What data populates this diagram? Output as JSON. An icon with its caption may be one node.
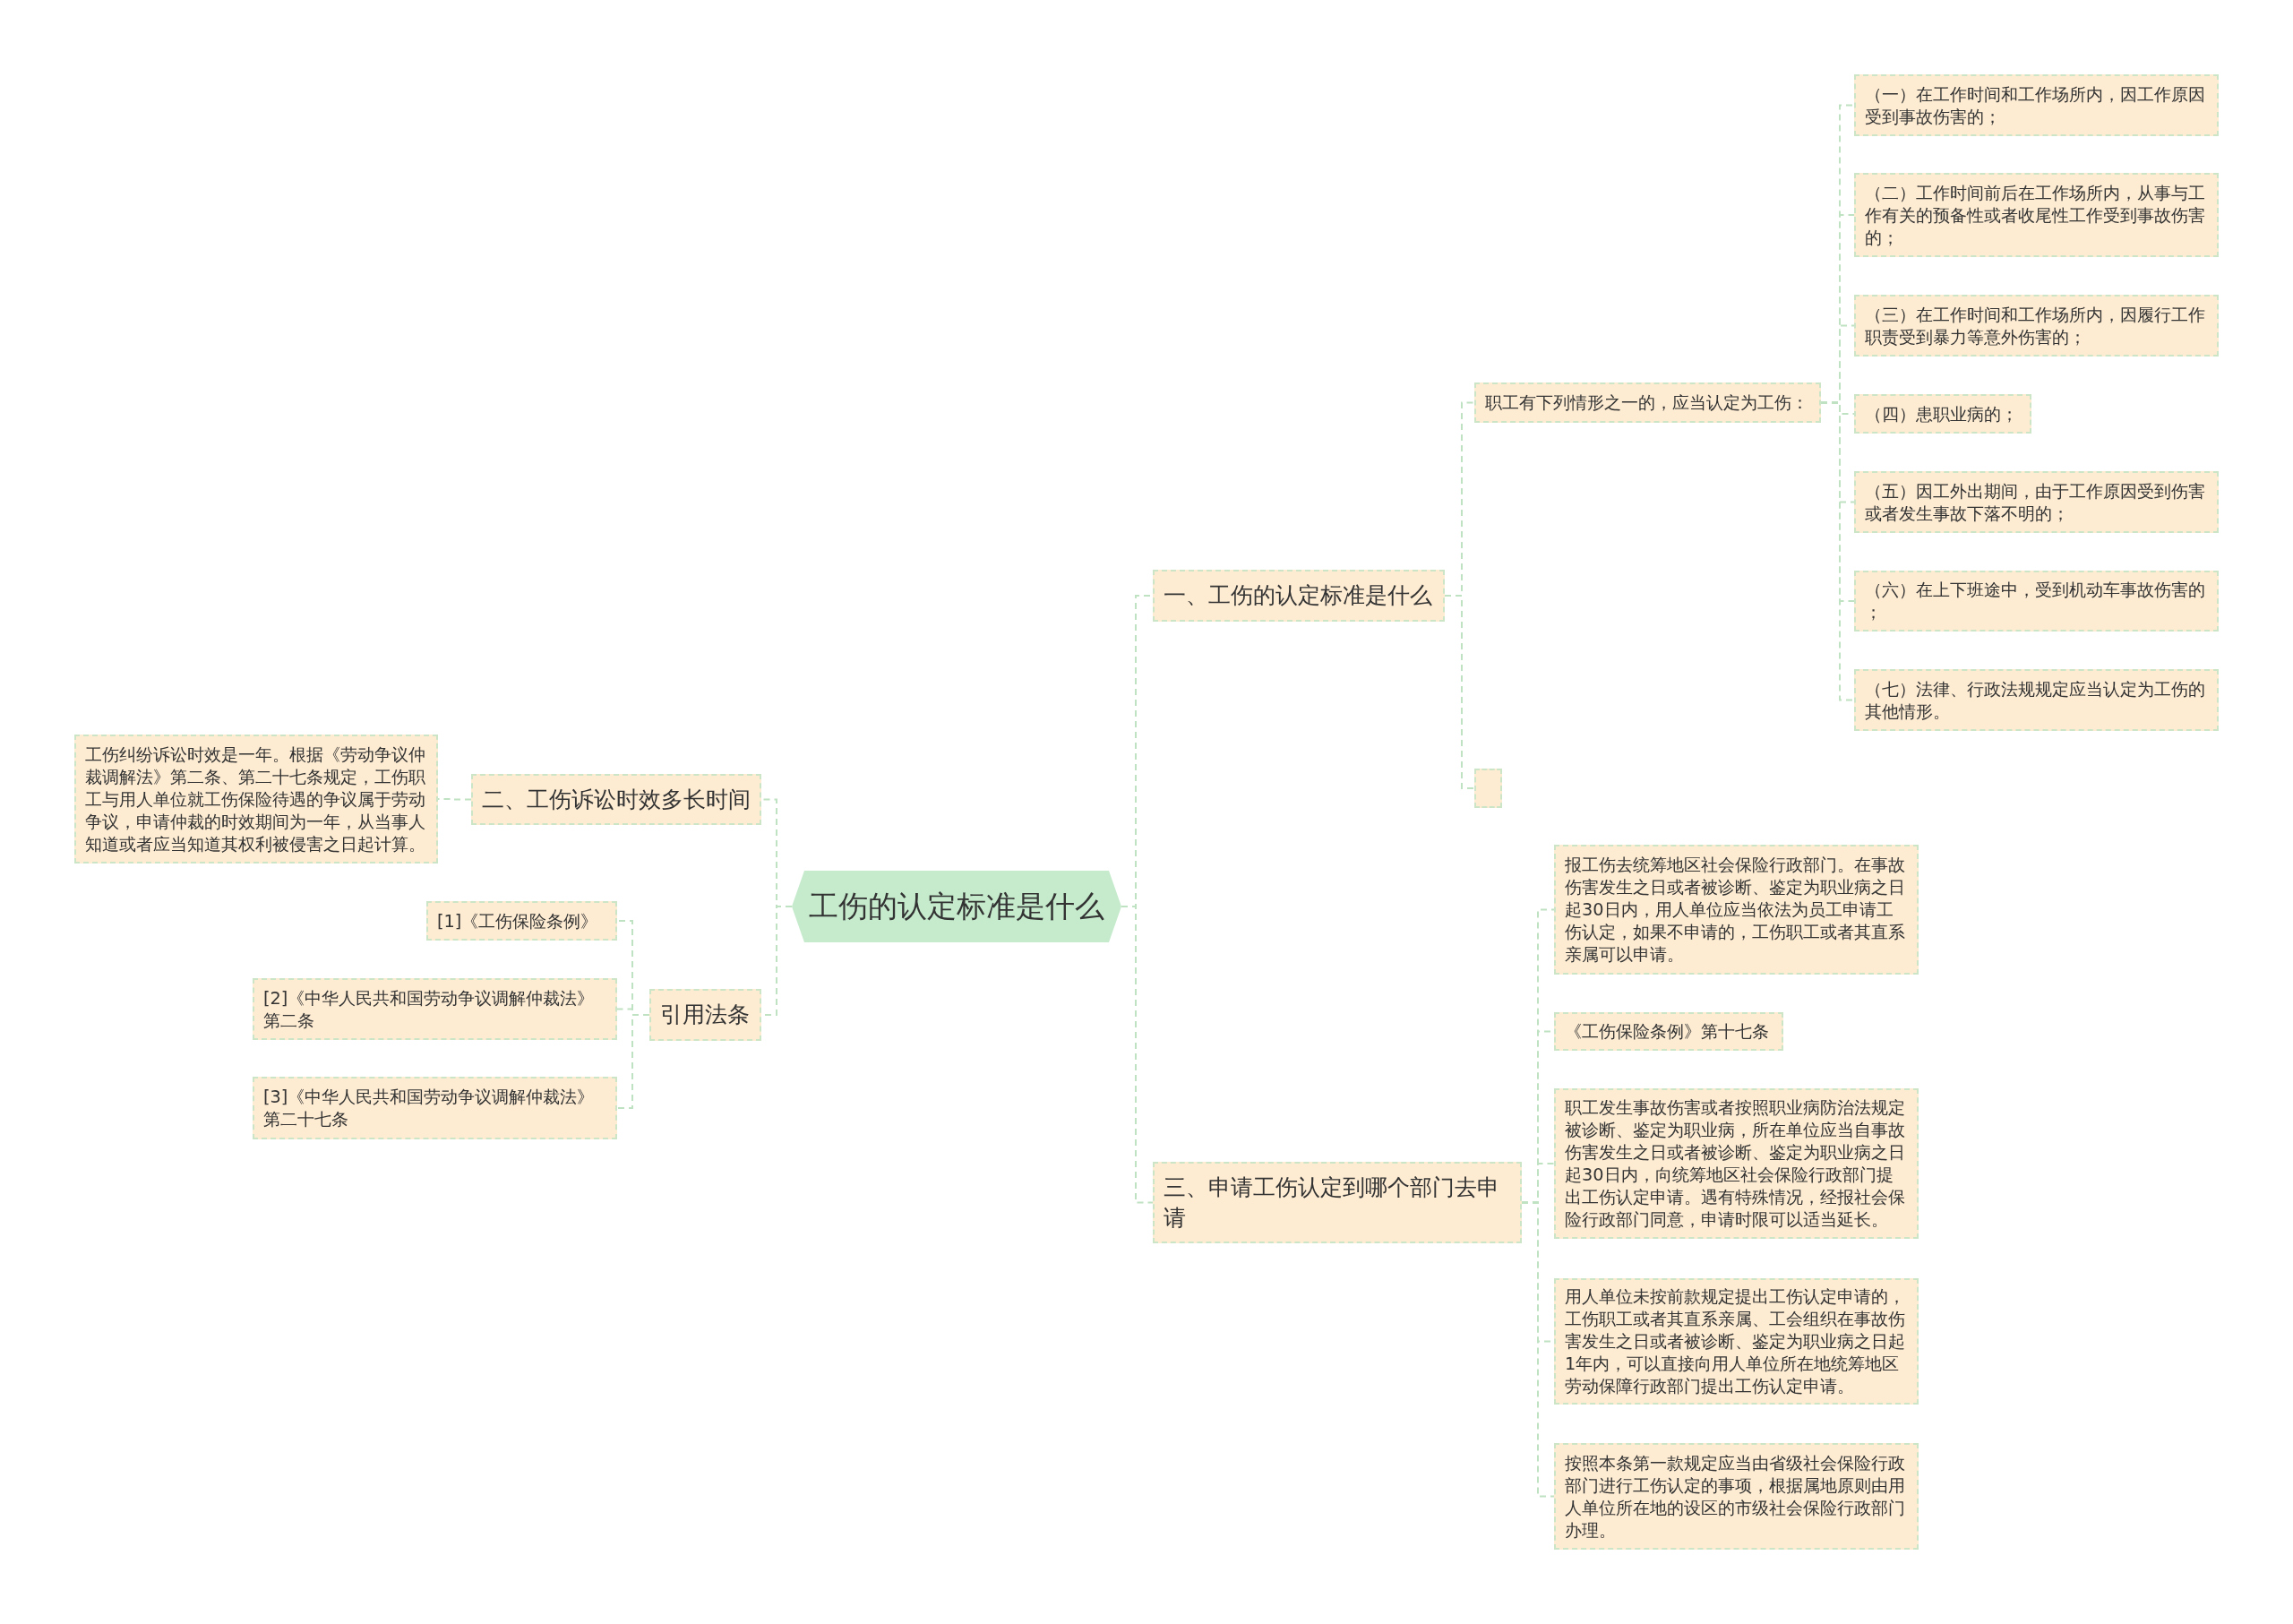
{
  "diagram": {
    "nodes": [
      {
        "text": [
          "工伤的认定标准是什么"
        ]
      },
      {
        "text": [
          "一、工伤的认定标准是什么"
        ]
      },
      {
        "text": [
          "职工有下列情形之一的，应当认定为工伤："
        ]
      },
      {
        "text": [
          "（一）在工作时间和工作场所内，因工作原因受到事故伤害的；"
        ]
      },
      {
        "text": [
          "（二）工作时间前后在工作场所内，从事与工作有关的预备性或者收尾性工作受到事故伤害的；"
        ]
      },
      {
        "text": [
          "（三）在工作时间和工作场所内，因履行工作职责受到暴力等意外伤害的；"
        ]
      },
      {
        "text": [
          "（四）患职业病的；"
        ]
      },
      {
        "text": [
          "（五）因工外出期间，由于工作原因受到伤害或者发生事故下落不明的；"
        ]
      },
      {
        "text": [
          "（六）在上下班途中，受到机动车事故伤害的；"
        ]
      },
      {
        "text": [
          "（七）法律、行政法规规定应当认定为工伤的其他情形。"
        ]
      },
      {
        "text": [],
        "shape": "box"
      },
      {
        "text": [
          "三、申请工伤认定到哪个部门去申请"
        ]
      },
      {
        "text": [
          "报工伤去统筹地区社会保险行政部门。在事故伤害发生之日或者被诊断、鉴定为职业病之日起30日内，用人单位应当依法为员工申请工伤认定，如果不申请的，工伤职工或者其直系亲属可以申请。"
        ]
      },
      {
        "text": [
          "《工伤保险条例》第十七条"
        ]
      },
      {
        "text": [
          "职工发生事故伤害或者按照职业病防治法规定被诊断、鉴定为职业病，所在单位应当自事故伤害发生之日或者被诊断、鉴定为职业病之日起30日内，向统筹地区社会保险行政部门提出工伤认定申请。遇有特殊情况，经报社会保险行政部门同意，申请时限可以适当延长。"
        ]
      },
      {
        "text": [
          "用人单位未按前款规定提出工伤认定申请的，工伤职工或者其直系亲属、工会组织在事故伤害发生之日或者被诊断、鉴定为职业病之日起1年内，可以直接向用人单位所在地统筹地区劳动保障行政部门提出工伤认定申请。"
        ]
      },
      {
        "text": [
          "按照本条第一款规定应当由省级社会保险行政部门进行工伤认定的事项，根据属地原则由用人单位所在地的设区的市级社会保险行政部门办理。"
        ]
      },
      {
        "text": [
          "二、工伤诉讼时效多长时间"
        ]
      },
      {
        "text": [
          "工伤纠纷诉讼时效是一年。根据《劳动争议仲裁调解法》第二条、第二十七条规定，工伤职工与用人单位就工伤保险待遇的争议属于劳动争议，申请仲裁的时效期间为一年，从当事人知道或者应当知道其权利被侵害之日起计算。"
        ]
      },
      {
        "text": [
          "引用法条"
        ]
      },
      {
        "text": [
          "[1]《工伤保险条例》"
        ]
      },
      {
        "text": [
          "[2]《中华人民共和国劳动争议调解仲裁法》第二条"
        ]
      },
      {
        "text": [
          "[3]《中华人民共和国劳动争议调解仲裁法》第二十七条"
        ]
      }
    ],
    "edges": [
      {
        "from": 0,
        "to": 1,
        "arrow": "none"
      },
      {
        "from": 1,
        "to": 2,
        "arrow": "none"
      },
      {
        "from": 2,
        "to": 3,
        "arrow": "none"
      },
      {
        "from": 2,
        "to": 4,
        "arrow": "none"
      },
      {
        "from": 2,
        "to": 5,
        "arrow": "none"
      },
      {
        "from": 2,
        "to": 6,
        "arrow": "none"
      },
      {
        "from": 2,
        "to": 7,
        "arrow": "none"
      },
      {
        "from": 2,
        "to": 8,
        "arrow": "none"
      },
      {
        "from": 2,
        "to": 9,
        "arrow": "none"
      },
      {
        "from": 1,
        "to": 10,
        "arrow": "none"
      },
      {
        "from": 0,
        "to": 11,
        "arrow": "none"
      },
      {
        "from": 11,
        "to": 12,
        "arrow": "none"
      },
      {
        "from": 11,
        "to": 13,
        "arrow": "none"
      },
      {
        "from": 11,
        "to": 14,
        "arrow": "none"
      },
      {
        "from": 11,
        "to": 15,
        "arrow": "none"
      },
      {
        "from": 11,
        "to": 16,
        "arrow": "none"
      },
      {
        "from": 0,
        "to": 17,
        "arrow": "none"
      },
      {
        "from": 17,
        "to": 18,
        "arrow": "none"
      },
      {
        "from": 0,
        "to": 19,
        "arrow": "none"
      },
      {
        "from": 19,
        "to": 20,
        "arrow": "none"
      },
      {
        "from": 19,
        "to": 21,
        "arrow": "none"
      },
      {
        "from": 19,
        "to": 22,
        "arrow": "none"
      }
    ]
  }
}
